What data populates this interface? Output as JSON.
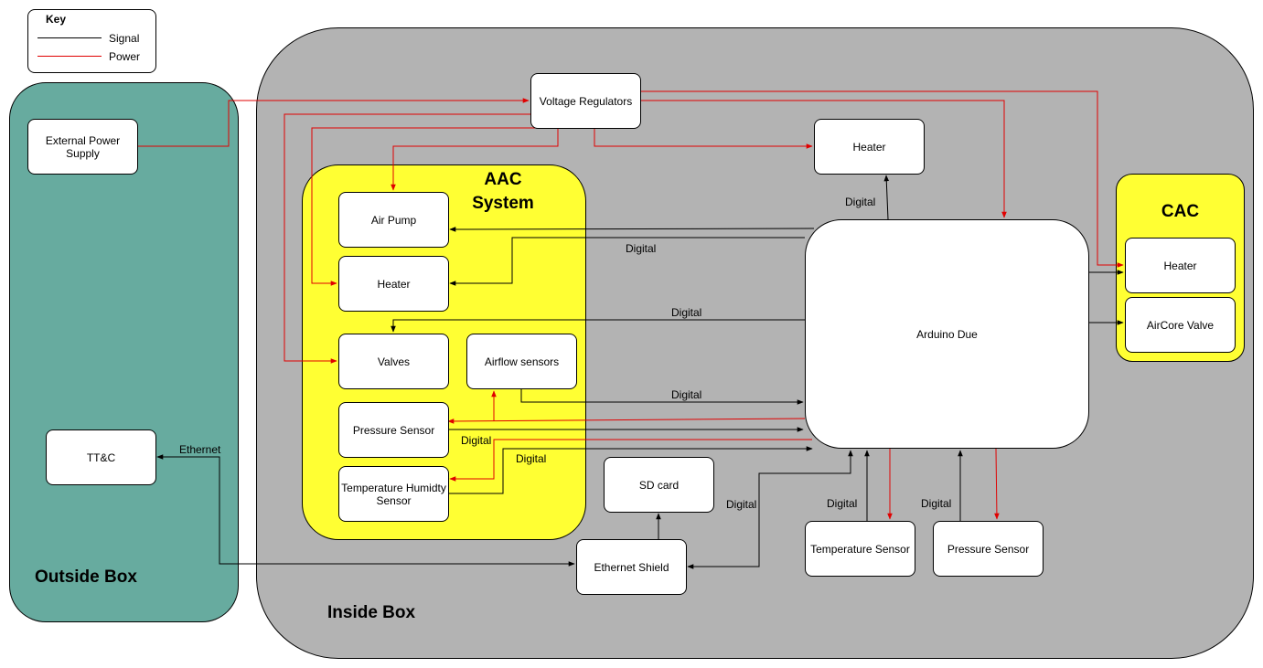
{
  "key": {
    "title": "Key",
    "signal_label": "Signal",
    "power_label": "Power",
    "signal_color": "#000000",
    "power_color": "#e00000"
  },
  "colors": {
    "outside_box": "#67ab9f",
    "inside_box": "#b3b3b3",
    "subsystem_fill": "#ffff33",
    "component_fill": "#ffffff"
  },
  "regions": {
    "outside_box": "Outside Box",
    "inside_box": "Inside Box",
    "aac_line1": "AAC",
    "aac_line2": "System",
    "cac": "CAC"
  },
  "components": {
    "external_power_supply": "External Power Supply",
    "tt_c": "TT&C",
    "voltage_regulators": "Voltage Regulators",
    "heater_top": "Heater",
    "air_pump": "Air Pump",
    "aac_heater": "Heater",
    "valves": "Valves",
    "airflow_sensors": "Airflow sensors",
    "aac_pressure_sensor": "Pressure Sensor",
    "temp_humidity_sensor": "Temperature Humidty Sensor",
    "arduino_due": "Arduino Due",
    "cac_heater": "Heater",
    "aircore_valve": "AirCore Valve",
    "sd_card": "SD card",
    "ethernet_shield": "Ethernet Shield",
    "temperature_sensor": "Temperature Sensor",
    "pressure_sensor": "Pressure Sensor"
  },
  "edge_labels": {
    "heater_top_digital": "Digital",
    "aac_heater_digital": "Digital",
    "valves_digital": "Digital",
    "airflow_digital": "Digital",
    "pressure_digital": "Digital",
    "temp_humidity_digital": "Digital",
    "ethernet_shield_digital": "Digital",
    "temperature_digital": "Digital",
    "pressure_bottom_digital": "Digital",
    "ttc_ethernet": "Ethernet"
  }
}
